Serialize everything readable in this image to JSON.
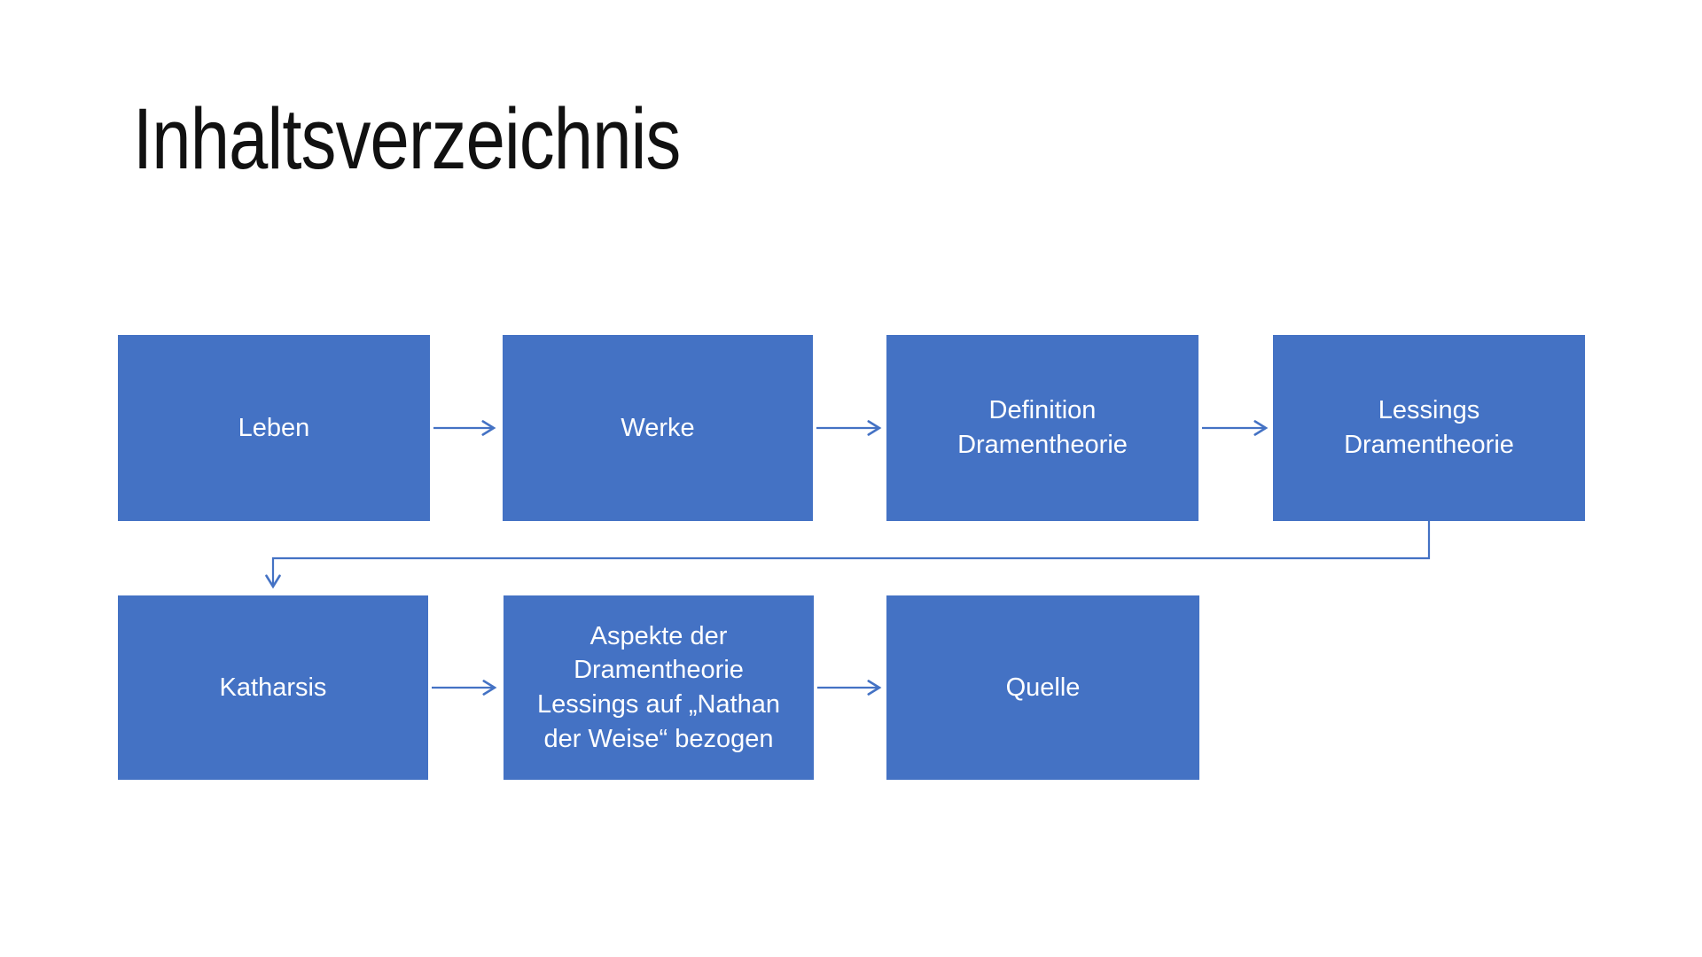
{
  "slide": {
    "title": "Inhaltsverzeichnis",
    "background_color": "#ffffff",
    "title_color": "#111111"
  },
  "diagram": {
    "type": "flowchart",
    "box_fill_color": "#4472c4",
    "box_text_color": "#ffffff",
    "connector_color": "#4472c4",
    "boxes": [
      {
        "id": "leben",
        "label": "Leben"
      },
      {
        "id": "werke",
        "label": "Werke"
      },
      {
        "id": "definition-dramentheorie",
        "label": "Definition\nDramentheorie"
      },
      {
        "id": "lessings-dramentheorie",
        "label": "Lessings\nDramentheorie"
      },
      {
        "id": "katharsis",
        "label": "Katharsis"
      },
      {
        "id": "aspekte-dramentheorie-nathan",
        "label": "Aspekte der\nDramentheorie\nLessings auf „Nathan\nder Weise“ bezogen"
      },
      {
        "id": "quelle",
        "label": "Quelle"
      }
    ],
    "connections": [
      {
        "from": "leben",
        "to": "werke",
        "style": "straight-arrow"
      },
      {
        "from": "werke",
        "to": "definition-dramentheorie",
        "style": "straight-arrow"
      },
      {
        "from": "definition-dramentheorie",
        "to": "lessings-dramentheorie",
        "style": "straight-arrow"
      },
      {
        "from": "lessings-dramentheorie",
        "to": "katharsis",
        "style": "elbow-arrow"
      },
      {
        "from": "katharsis",
        "to": "aspekte-dramentheorie-nathan",
        "style": "straight-arrow"
      },
      {
        "from": "aspekte-dramentheorie-nathan",
        "to": "quelle",
        "style": "straight-arrow"
      }
    ]
  }
}
